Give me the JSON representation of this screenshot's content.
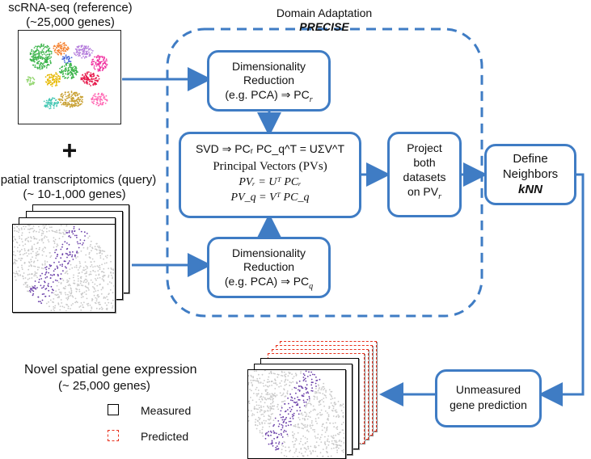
{
  "inputs": {
    "scrna_title": "scRNA-seq (reference)",
    "scrna_sub": "(~25,000 genes)",
    "plus": "+",
    "spatial_title": "Spatial transcriptomics (query)",
    "spatial_sub": "(~ 10-1,000 genes)"
  },
  "domain_adaptation": {
    "title": "Domain Adaptation",
    "method": "PRECISE"
  },
  "boxes": {
    "dimred_top": {
      "line1": "Dimensionality",
      "line2": "Reduction",
      "line3": "(e.g. PCA) ⇒ PC",
      "sub": "r"
    },
    "svd": {
      "line1": "SVD ⇒ PCᵣ PC_q^T = UΣV^T",
      "line2": "Principal Vectors (PVs)",
      "line3": "PVᵣ = Uᵀ PCᵣ",
      "line4": "PV_q = Vᵀ PC_q"
    },
    "dimred_bottom": {
      "line1": "Dimensionality",
      "line2": "Reduction",
      "line3": "(e.g. PCA) ⇒ PC",
      "sub": "q"
    },
    "project": {
      "line1": "Project",
      "line2": "both",
      "line3": "datasets",
      "line4": "on PV",
      "sub": "r"
    },
    "neighbors": {
      "line1": "Define",
      "line2": "Neighbors",
      "line3": "kNN"
    },
    "unmeasured": {
      "line1": "Unmeasured",
      "line2": "gene prediction"
    }
  },
  "output": {
    "title": "Novel spatial gene expression",
    "sub": "(~ 25,000 genes)",
    "legend_measured": "Measured",
    "legend_predicted": "Predicted"
  },
  "colors": {
    "flow_blue": "#3f7cc4",
    "measured": "#000000",
    "predicted": "#e8321e",
    "cell_purple": "#6a3fa8",
    "cell_gray": "#c9c9c9"
  }
}
